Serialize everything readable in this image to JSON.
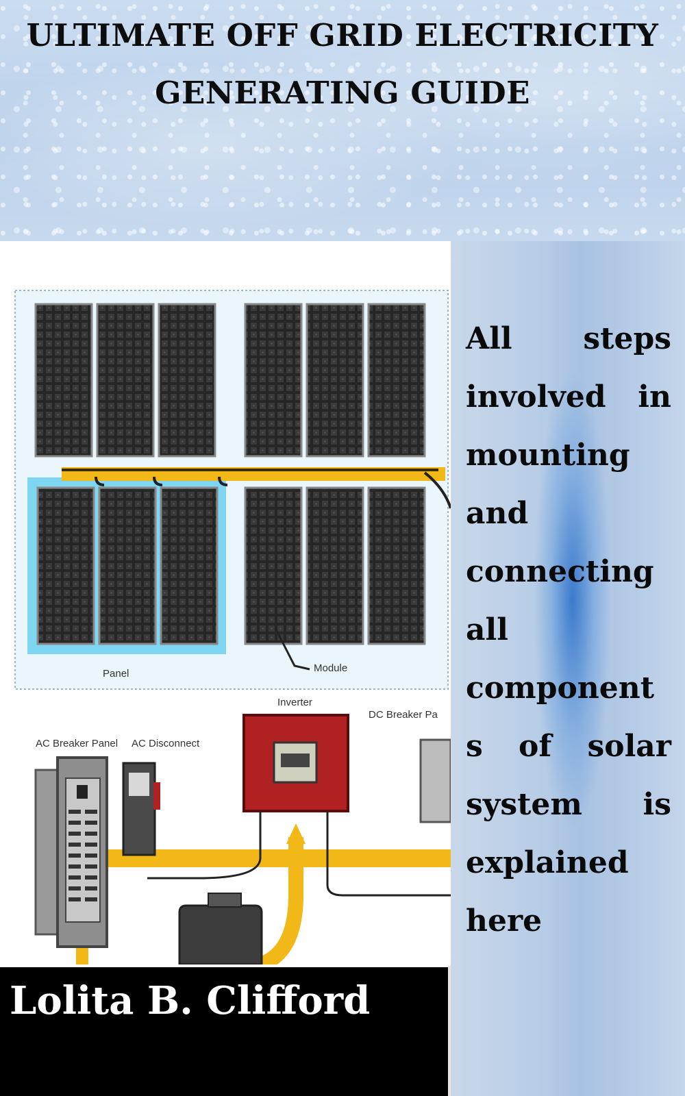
{
  "cover": {
    "title_line1": "ULTIMATE OFF GRID ELECTRICITY",
    "title_line2": "GENERATING GUIDE",
    "blurb": "All steps involved in mounting and connecting all component s of solar system is explained here",
    "author": "Lolita B. Clifford"
  },
  "diagram": {
    "labels": {
      "panel": "Panel",
      "module": "Module",
      "inverter": "Inverter",
      "dc_breaker": "DC Breaker Pa",
      "ac_breaker_panel": "AC Breaker Panel",
      "ac_disconnect": "AC Disconnect"
    }
  },
  "colors": {
    "cable": "#f2b818",
    "inverter": "#b02222",
    "panel_highlight": "#7ed6f2",
    "solar_cell": "#2a2a2a"
  }
}
